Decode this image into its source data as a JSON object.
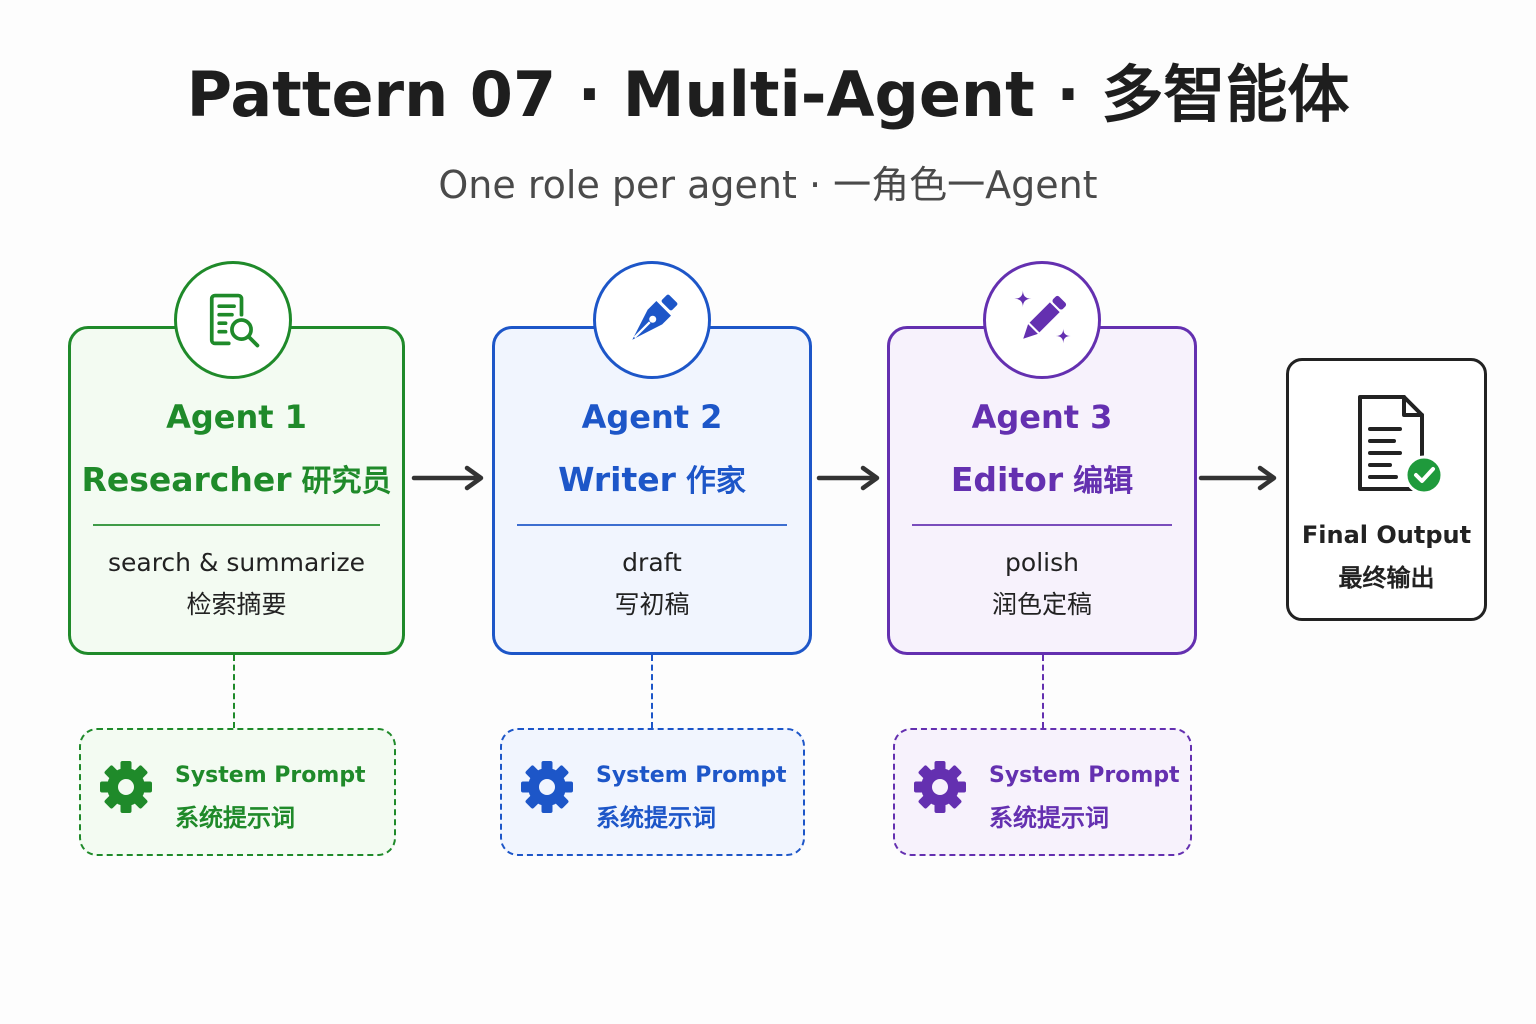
{
  "title": "Pattern 07 · Multi-Agent · 多智能体",
  "subtitle": "One role per agent · 一角色一Agent",
  "arrow_color": "#333333",
  "agents": [
    {
      "label": "Agent 1",
      "role_en": "Researcher",
      "role_zh": "研究员",
      "task_en": "search & summarize",
      "task_zh": "检索摘要",
      "icon": "document-search-icon",
      "color": "#1f8a2a",
      "fill": "#f3fbf2",
      "system_prompt": {
        "label_en": "System Prompt",
        "label_zh": "系统提示词",
        "icon": "gear-icon"
      }
    },
    {
      "label": "Agent 2",
      "role_en": "Writer",
      "role_zh": "作家",
      "task_en": "draft",
      "task_zh": "写初稿",
      "icon": "fountain-pen-icon",
      "color": "#1d56c8",
      "fill": "#f1f5fe",
      "system_prompt": {
        "label_en": "System Prompt",
        "label_zh": "系统提示词",
        "icon": "gear-icon"
      }
    },
    {
      "label": "Agent 3",
      "role_en": "Editor",
      "role_zh": "编辑",
      "task_en": "polish",
      "task_zh": "润色定稿",
      "icon": "magic-pencil-icon",
      "color": "#6430b0",
      "fill": "#f7f2fc",
      "system_prompt": {
        "label_en": "System Prompt",
        "label_zh": "系统提示词",
        "icon": "gear-icon"
      }
    }
  ],
  "final_output": {
    "label_en": "Final Output",
    "label_zh": "最终输出",
    "icon": "document-check-icon",
    "color": "#222222",
    "check_color": "#1f9a3c"
  }
}
